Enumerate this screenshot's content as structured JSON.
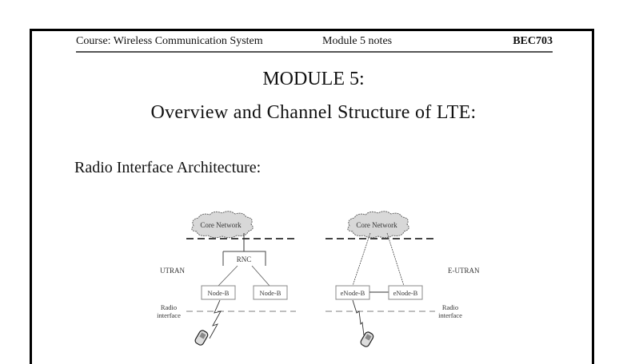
{
  "header": {
    "course": "Course: Wireless Communication System",
    "module_notes": "Module 5 notes",
    "code": "BEC703"
  },
  "title": "MODULE 5:",
  "subtitle": "Overview and Channel Structure of LTE:",
  "section": "Radio Interface Architecture:",
  "figure": {
    "left": {
      "core_network": "Core Network",
      "rnc": "RNC",
      "region_label": "UTRAN",
      "nodes": [
        "Node-B",
        "Node-B"
      ],
      "radio_interface": [
        "Radio",
        "interface"
      ]
    },
    "right": {
      "core_network": "Core Network",
      "region_label": "E-UTRAN",
      "nodes": [
        "eNode-B",
        "eNode-B"
      ],
      "radio_interface": [
        "Radio",
        "interface"
      ]
    }
  }
}
